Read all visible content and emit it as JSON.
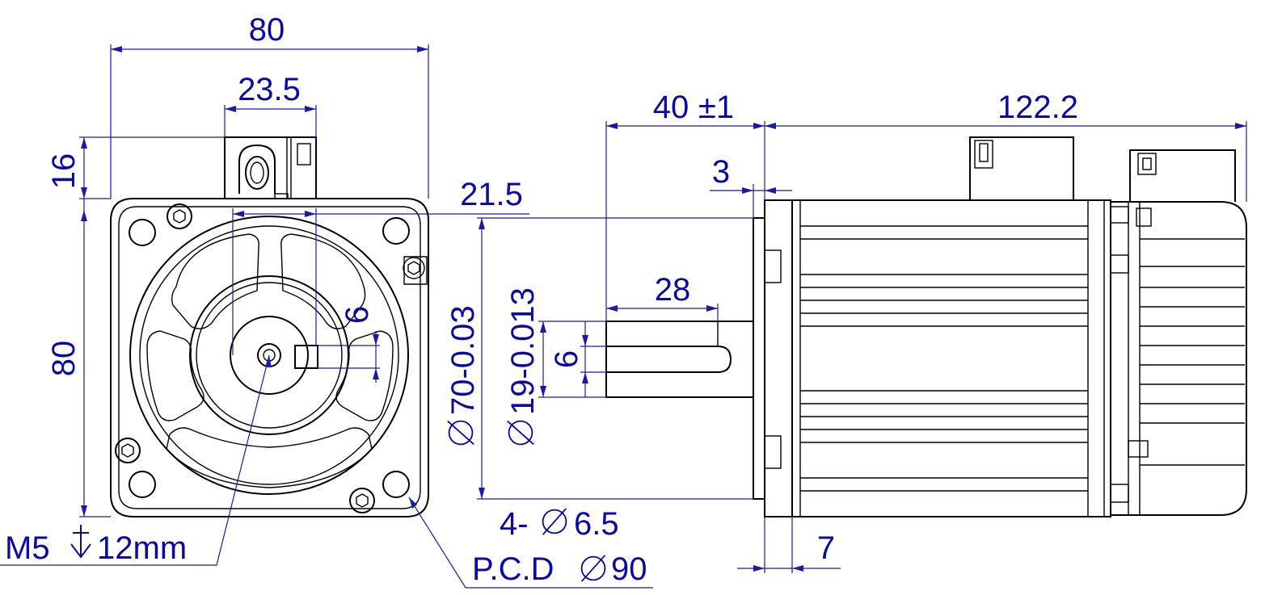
{
  "dimensions": {
    "flange_width": "80",
    "connector_width": "23.5",
    "connector_height": "16",
    "flange_height": "80",
    "boss_offset": "21.5",
    "key_height_front": "6",
    "shaft_length": "40",
    "shaft_tolerance": "±1",
    "overall_length": "122.2",
    "boss_height": "3",
    "key_length": "28",
    "pilot_diameter": "70-0.03",
    "shaft_diameter": "19-0.013",
    "key_width": "6",
    "flange_thickness": "7",
    "mount_holes_prefix": "4-",
    "mount_holes_diameter": "6.5",
    "tapped_hole_prefix": "M5",
    "tapped_hole_depth": "12mm",
    "pcd_prefix": "P.C.D",
    "pcd_value": "90"
  },
  "symbols": {
    "diameter": "diameter-symbol",
    "depth": "depth-symbol"
  },
  "colors": {
    "dimension": "#0a0aa0",
    "outline": "#000000"
  }
}
